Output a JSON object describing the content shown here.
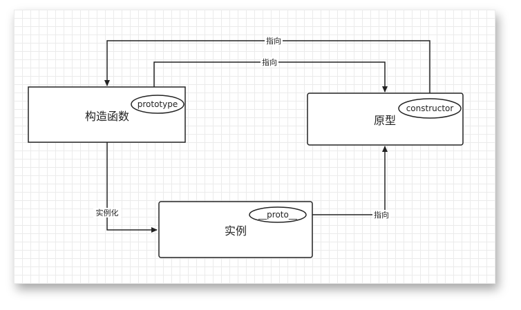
{
  "diagram": {
    "nodes": {
      "constructor_box": {
        "label": "构造函数"
      },
      "prototype_box": {
        "label": "原型"
      },
      "instance_box": {
        "label": "实例"
      }
    },
    "ovals": {
      "prototype_prop": {
        "label": "prototype"
      },
      "constructor_prop": {
        "label": "constructor"
      },
      "proto_prop": {
        "label": "__proto__"
      }
    },
    "edges": {
      "constructor_to_ctor": {
        "label": "指向"
      },
      "prototype_to_proto": {
        "label": "指向"
      },
      "ctor_to_instance": {
        "label": "实例化"
      },
      "proto_to_prototype": {
        "label": "指向"
      }
    },
    "colors": {
      "stroke": "#222222",
      "grid": "#ebebeb",
      "background": "#ffffff"
    }
  }
}
